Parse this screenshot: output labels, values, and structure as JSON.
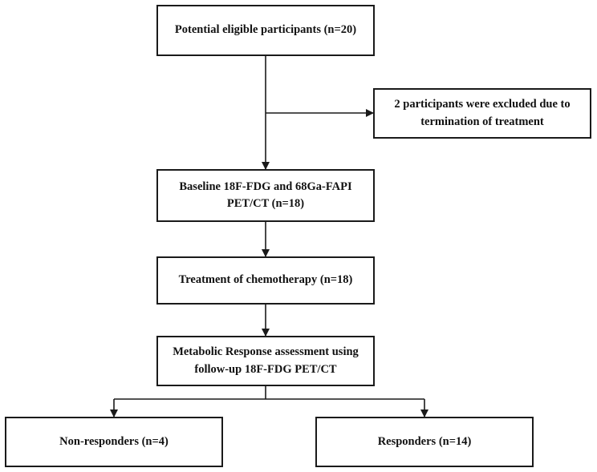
{
  "flowchart": {
    "eligible": {
      "line1": "Potential eligible participants (n=20)"
    },
    "excluded": {
      "line1": "2 participants were excluded due to",
      "line2": "termination of treatment"
    },
    "baseline": {
      "line1": "Baseline 18F-FDG and 68Ga-FAPI",
      "line2": "PET/CT (n=18)"
    },
    "treatment": {
      "line1": "Treatment of chemotherapy (n=18)"
    },
    "assessment": {
      "line1": "Metabolic Response assessment using",
      "line2": "follow-up 18F-FDG PET/CT"
    },
    "non_responders": {
      "line1": "Non-responders (n=4)"
    },
    "responders": {
      "line1": "Responders (n=14)"
    }
  }
}
